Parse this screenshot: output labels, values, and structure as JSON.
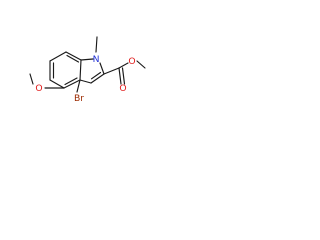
{
  "molecule": {
    "atoms": {
      "nitrogen": "N",
      "methyl_on_n": "",
      "bromine": "Br",
      "methoxy_oxygen": "O",
      "ester_carbonyl_oxygen": "O",
      "ester_alkoxy_oxygen": "O"
    },
    "colors": {
      "bond": "#1a1a1a",
      "nitrogen": "#1f2fd6",
      "oxygen": "#e01b1b",
      "bromine": "#9b2a00"
    }
  }
}
